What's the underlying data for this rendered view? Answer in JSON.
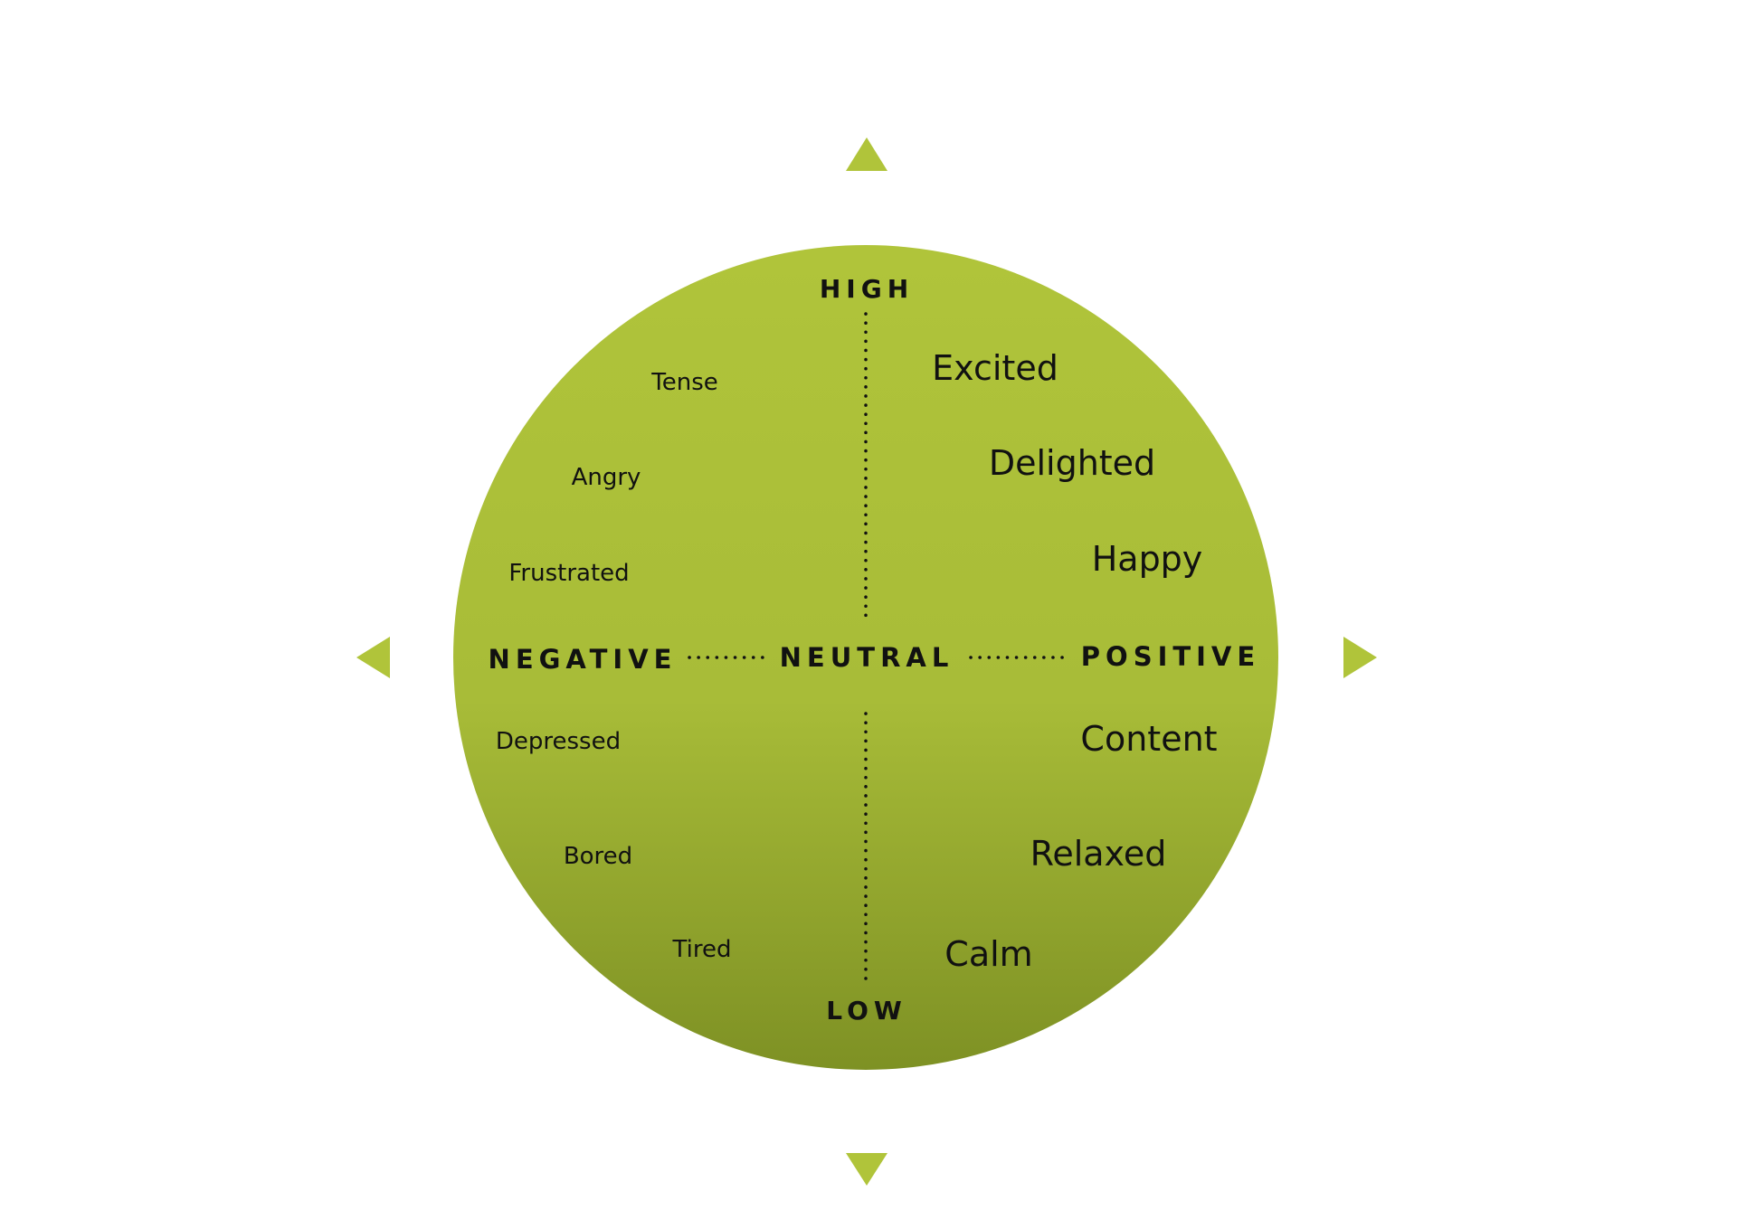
{
  "colors": {
    "circle_top": "#b0c43a",
    "circle_bottom": "#7e9124",
    "arrow": "#b0c43a",
    "text": "#111111",
    "background": "#ffffff"
  },
  "axes": {
    "high": "HIGH",
    "low": "LOW",
    "negative": "NEGATIVE",
    "neutral": "NEUTRAL",
    "positive": "POSITIVE"
  },
  "arrows": {
    "up": "triangle-up-icon",
    "down": "triangle-down-icon",
    "left": "triangle-left-icon",
    "right": "triangle-right-icon"
  },
  "quadrants": {
    "high_negative": [
      "Tense",
      "Angry",
      "Frustrated"
    ],
    "high_positive": [
      "Excited",
      "Delighted",
      "Happy"
    ],
    "low_negative": [
      "Depressed",
      "Bored",
      "Tired"
    ],
    "low_positive": [
      "Content",
      "Relaxed",
      "Calm"
    ]
  }
}
